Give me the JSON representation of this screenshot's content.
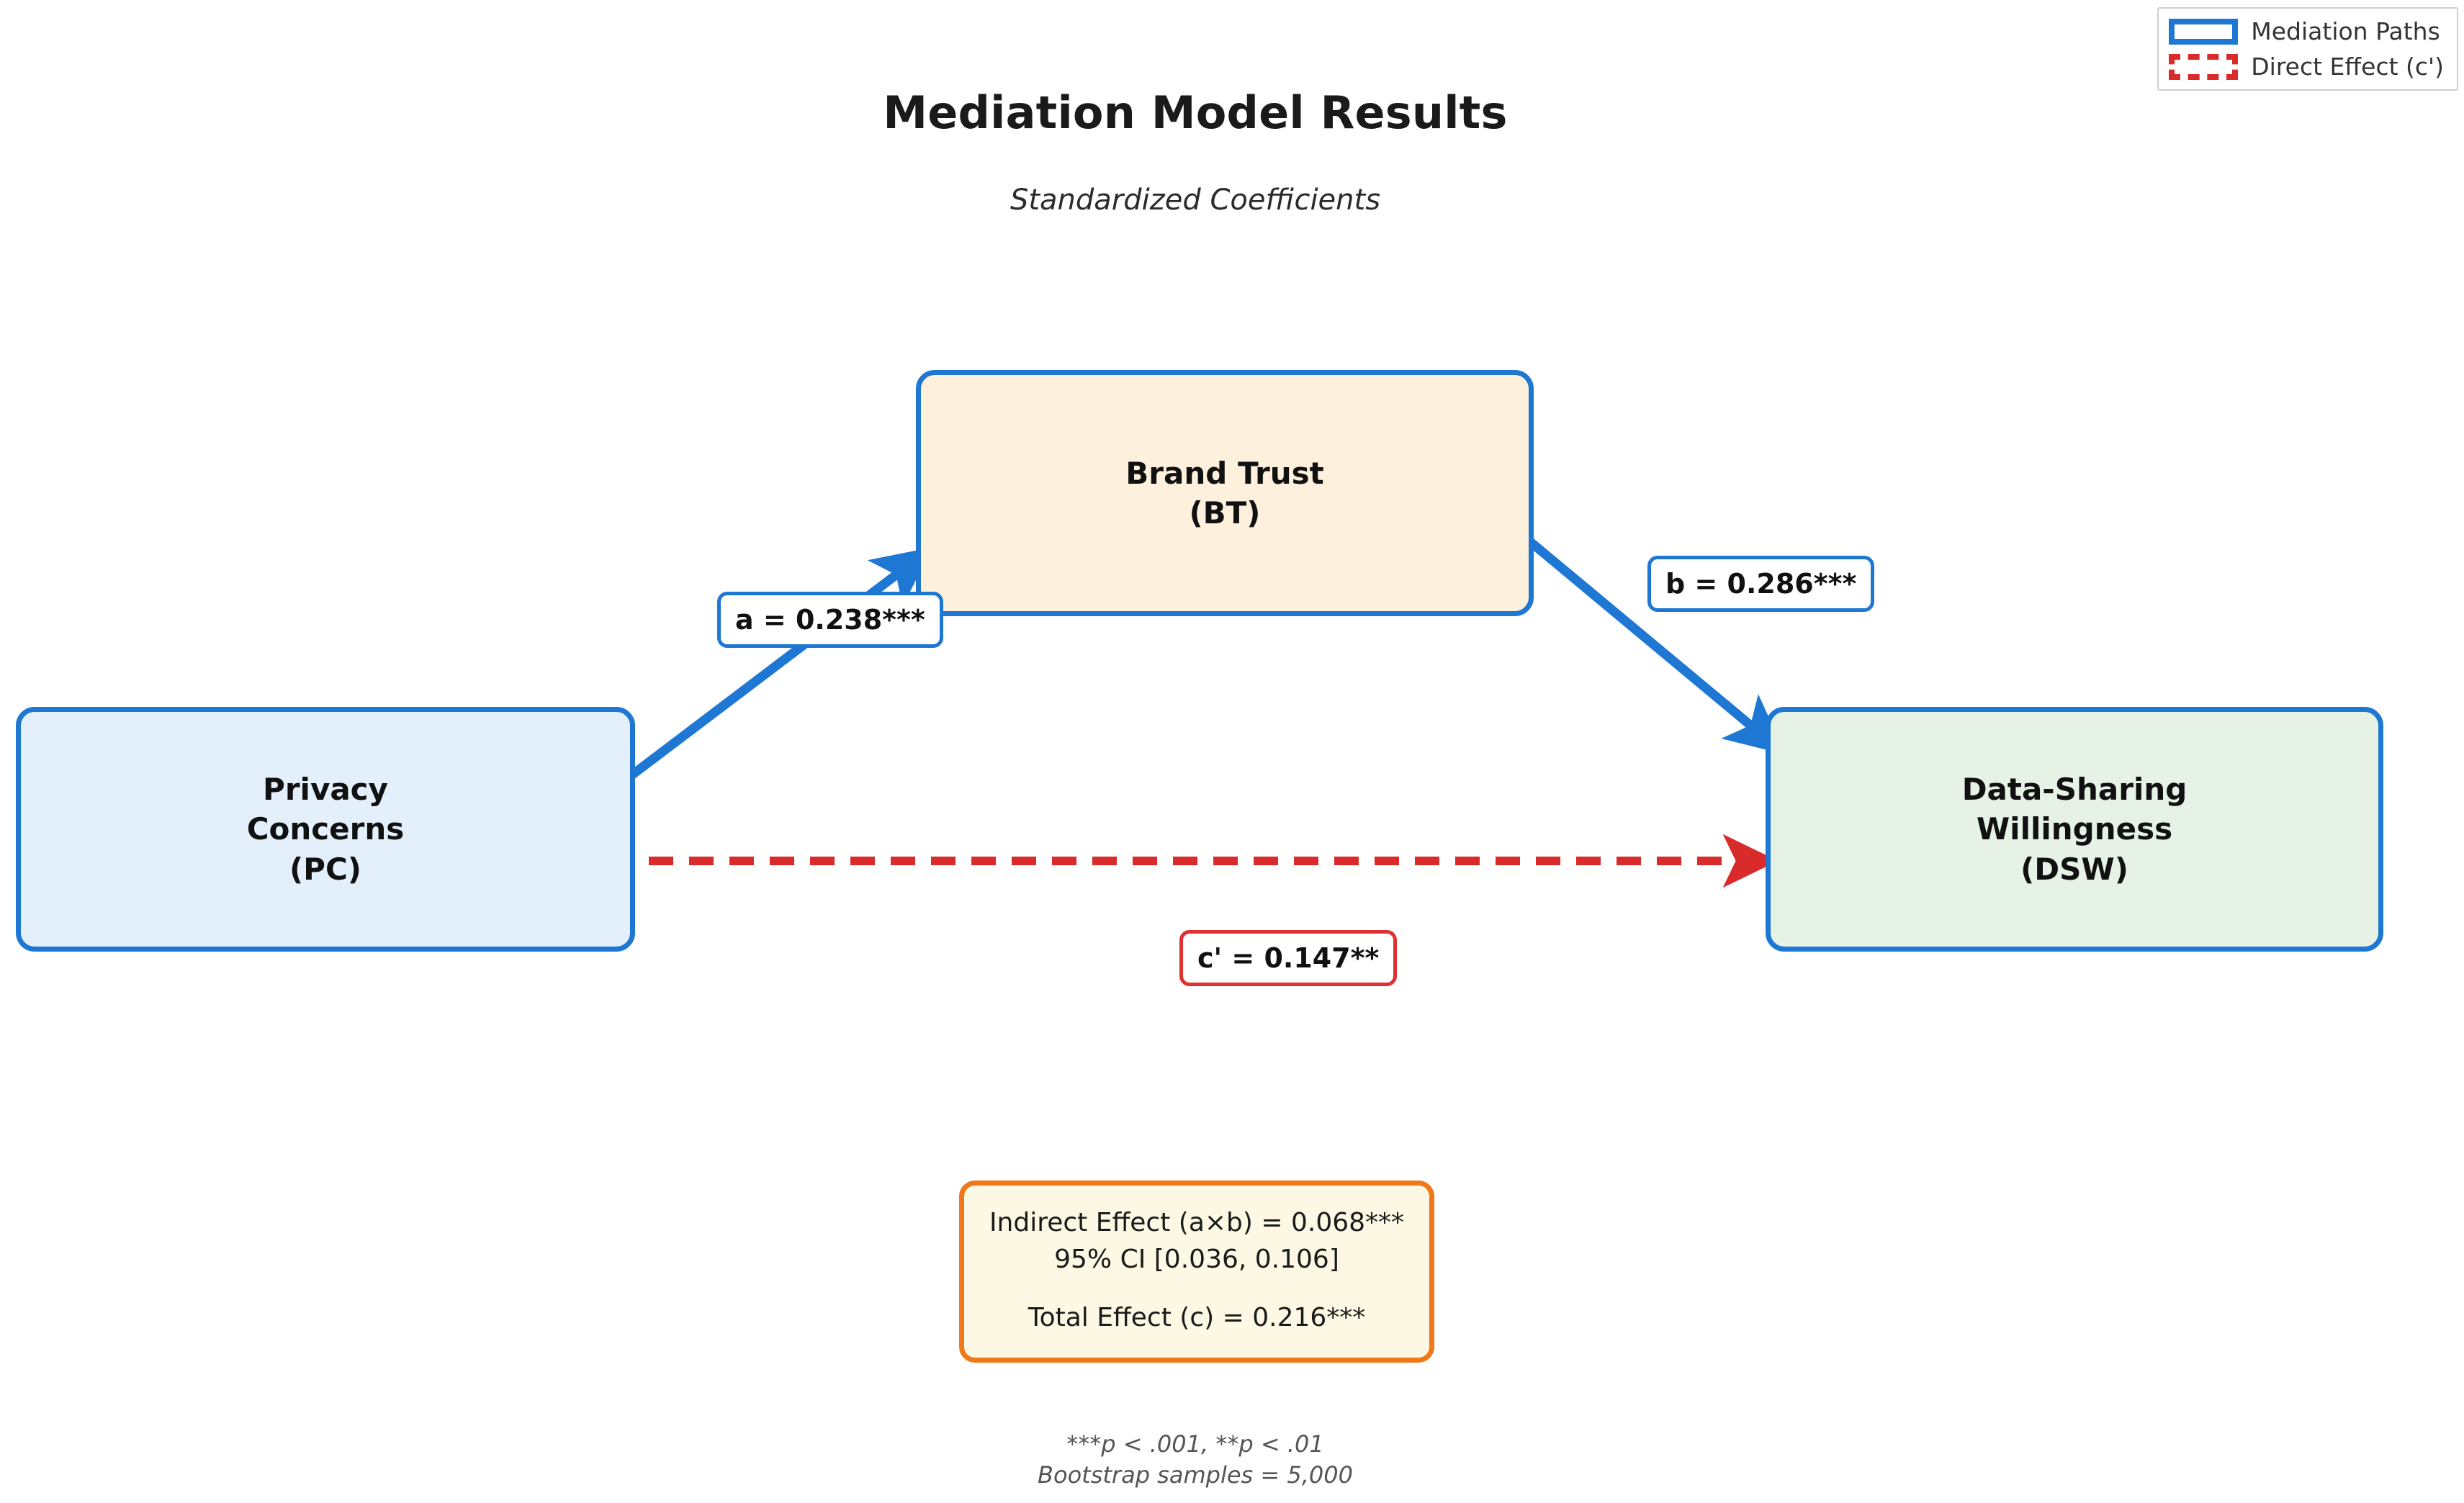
{
  "figure": {
    "title": "Mediation Model Results",
    "subtitle": "Standardized Coefficients"
  },
  "legend": {
    "items": [
      {
        "label": "Mediation Paths",
        "style": "solid",
        "color": "#1f77d4",
        "icon": "solid-rect-swatch"
      },
      {
        "label": "Direct Effect (c')",
        "style": "dashed",
        "color": "#d92b2b",
        "icon": "dashed-rect-swatch"
      }
    ]
  },
  "nodes": {
    "pc": {
      "line1": "Privacy",
      "line2": "Concerns",
      "line3": "(PC)",
      "fill": "#e3f0fb",
      "border": "#1f77d4"
    },
    "bt": {
      "line1": "Brand Trust",
      "line2": "(BT)",
      "fill": "#fdf0dd",
      "border": "#1f77d4"
    },
    "dsw": {
      "line1": "Data-Sharing",
      "line2": "Willingness",
      "line3": "(DSW)",
      "fill": "#e6f2e6",
      "border": "#1f77d4"
    }
  },
  "paths": {
    "a": {
      "label": "a = 0.238***",
      "color": "#1f77d4",
      "style": "solid"
    },
    "b": {
      "label": "b = 0.286***",
      "color": "#1f77d4",
      "style": "solid"
    },
    "cp": {
      "label": "c' = 0.147**",
      "color": "#e03131",
      "style": "dashed"
    }
  },
  "stats": {
    "indirect": "Indirect Effect (a×b) = 0.068***",
    "ci": "95% CI [0.036, 0.106]",
    "total": "Total Effect (c) = 0.216***",
    "border": "#f07818",
    "fill": "#fcf8e3"
  },
  "footnote": {
    "line1": "***p < .001, **p < .01",
    "line2": "Bootstrap samples = 5,000"
  },
  "chart_data": {
    "type": "diagram",
    "title": "Mediation Model Results",
    "subtitle": "Standardized Coefficients",
    "variables": [
      {
        "id": "PC",
        "name": "Privacy Concerns",
        "role": "predictor"
      },
      {
        "id": "BT",
        "name": "Brand Trust",
        "role": "mediator"
      },
      {
        "id": "DSW",
        "name": "Data-Sharing Willingness",
        "role": "outcome"
      }
    ],
    "edges": [
      {
        "path": "a",
        "from": "PC",
        "to": "BT",
        "coefficient": 0.238,
        "significance": "***",
        "label": "a = 0.238***"
      },
      {
        "path": "b",
        "from": "BT",
        "to": "DSW",
        "coefficient": 0.286,
        "significance": "***",
        "label": "b = 0.286***"
      },
      {
        "path": "c'",
        "from": "PC",
        "to": "DSW",
        "coefficient": 0.147,
        "significance": "**",
        "label": "c' = 0.147**",
        "style": "dashed"
      }
    ],
    "effects": {
      "indirect": {
        "value": 0.068,
        "significance": "***",
        "ci_lower": 0.036,
        "ci_upper": 0.106,
        "ci_level": "95%"
      },
      "total": {
        "value": 0.216,
        "significance": "***"
      }
    },
    "bootstrap_samples": 5000,
    "significance_notes": "***p < .001, **p < .01"
  }
}
